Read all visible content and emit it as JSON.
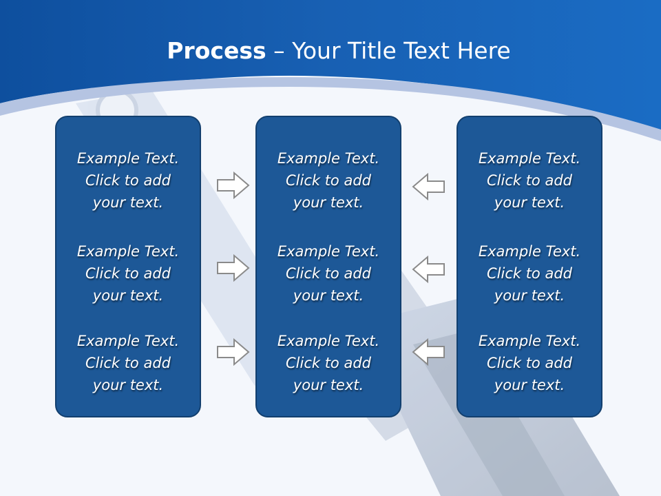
{
  "title": {
    "bold": "Process",
    "rest": " – Your Title Text Here"
  },
  "colors": {
    "header_blue": "#1565c0",
    "panel_fill": "#1d5897",
    "panel_border": "#123f6e",
    "arrow_fill": "#ffffff",
    "arrow_stroke": "#8a8a8a"
  },
  "panels": [
    {
      "items": [
        "Example Text.\nClick  to add\nyour text.",
        "Example Text.\nClick  to add\nyour text.",
        "Example Text.\nClick  to add\nyour text."
      ]
    },
    {
      "items": [
        "Example Text.\nClick  to add\nyour text.",
        "Example Text.\nClick  to add\nyour text.",
        "Example Text.\nClick  to add\nyour text."
      ]
    },
    {
      "items": [
        "Example Text.\nClick  to add\nyour text.",
        "Example Text.\nClick  to add\nyour text.",
        "Example Text.\nClick  to add\nyour text."
      ]
    }
  ],
  "arrows": {
    "left_group": {
      "direction": "right",
      "icon": "arrow-right-icon"
    },
    "right_group": {
      "direction": "left",
      "icon": "arrow-left-icon"
    }
  }
}
